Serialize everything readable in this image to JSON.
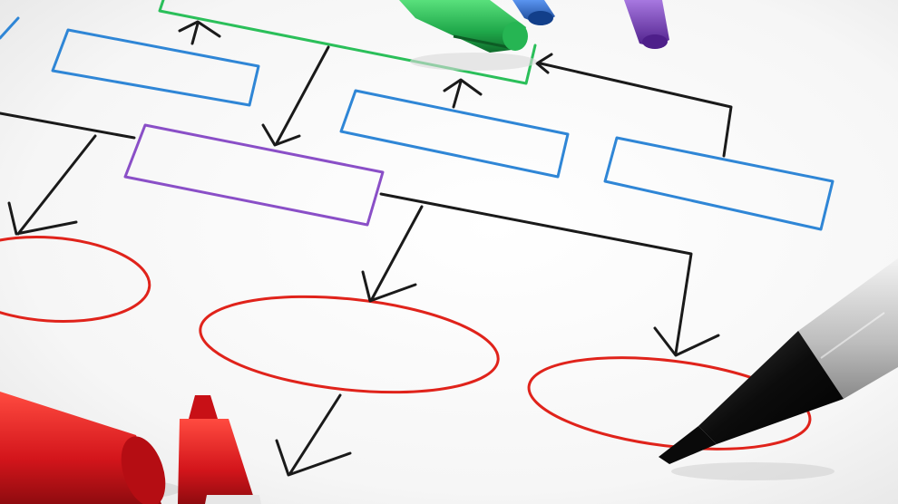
{
  "scene": {
    "kind": "photo",
    "paper_color": "#ffffff",
    "shadow_color": "#d9d9d9",
    "ink": {
      "black": "#1a1a1a",
      "blue": "#2f86d6",
      "green": "#2bbf5a",
      "purple": "#8a4fc7",
      "red": "#e0231b"
    },
    "markers": [
      {
        "name": "green-marker",
        "color": "#1fa84a"
      },
      {
        "name": "blue-marker",
        "color": "#1e5fc2"
      },
      {
        "name": "purple-marker",
        "color": "#7a3fbf"
      },
      {
        "name": "red-marker",
        "color": "#d3151b"
      },
      {
        "name": "red-marker-cap",
        "color": "#c81016"
      },
      {
        "name": "black-marker",
        "color": "#111111"
      }
    ]
  }
}
